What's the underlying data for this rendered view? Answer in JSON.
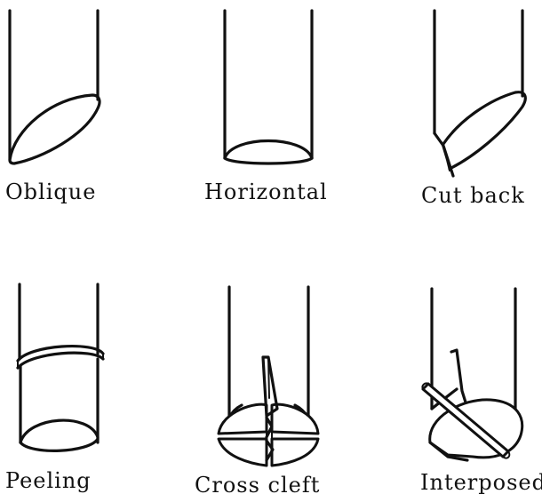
{
  "figure": {
    "panels": [
      {
        "id": "oblique",
        "label": "Oblique"
      },
      {
        "id": "horizontal",
        "label": "Horizontal"
      },
      {
        "id": "cut-back",
        "label": "Cut back"
      },
      {
        "id": "peeling",
        "label": "Peeling"
      },
      {
        "id": "cross-cleft",
        "label": "Cross cleft"
      },
      {
        "id": "interposed",
        "label": "Interposed"
      }
    ],
    "ink_color": "#111111",
    "background_color": "#ffffff"
  }
}
